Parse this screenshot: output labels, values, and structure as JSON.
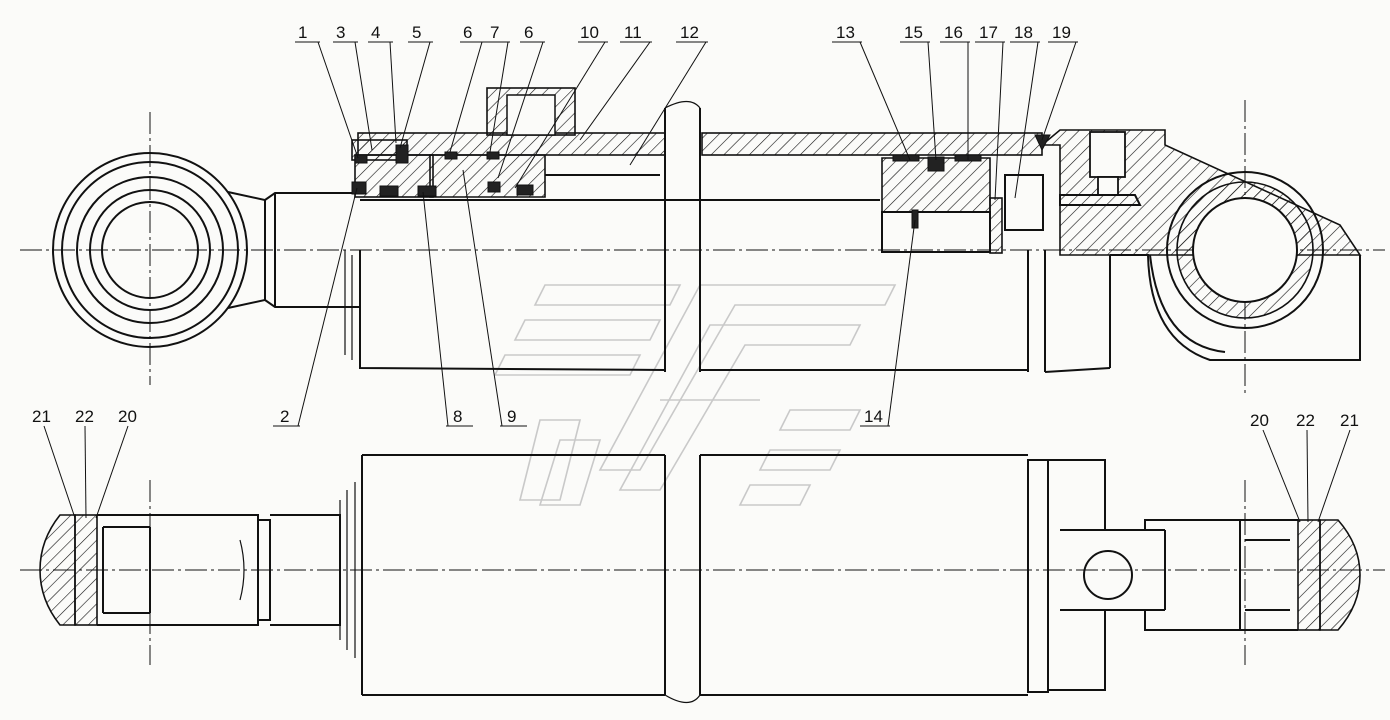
{
  "callouts": {
    "top_row": [
      "1",
      "3",
      "4",
      "5",
      "6",
      "7",
      "6",
      "10",
      "11",
      "12",
      "13",
      "15",
      "16",
      "17",
      "18",
      "19"
    ],
    "bottom_row": [
      "2",
      "8",
      "9",
      "14"
    ],
    "left_detail": [
      "21",
      "22",
      "20"
    ],
    "right_detail": [
      "20",
      "22",
      "21"
    ]
  }
}
